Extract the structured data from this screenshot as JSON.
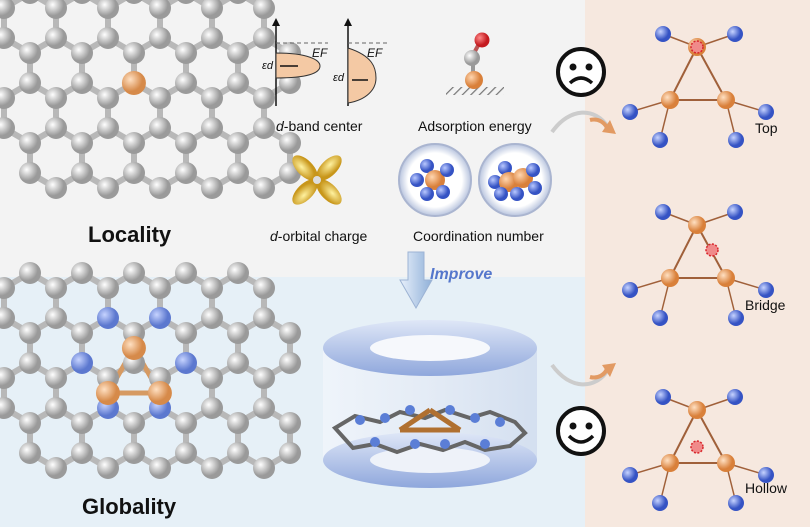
{
  "labels": {
    "locality": "Locality",
    "globality": "Globality",
    "improve": "Improve",
    "d_band_center_prefix": "d",
    "d_band_center_suffix": "-band center",
    "adsorption_energy": "Adsorption energy",
    "d_orbital_prefix": "d",
    "d_orbital_suffix": "-orbital charge",
    "coordination_number": "Coordination number",
    "ef_1": "EF",
    "ed_1": "εd",
    "ef_2": "EF",
    "ed_2": "εd"
  },
  "sites": {
    "top": "Top",
    "bridge": "Bridge",
    "hollow": "Hollow"
  },
  "colors": {
    "carbon": "#c8c8c8",
    "nitrogen": "#6f8fd8",
    "metal": "#eaa366",
    "oxygen": "#d8262b",
    "adsorbate": "#e0806a",
    "arrow": "#e29a63",
    "improve_text": "#5577cc"
  },
  "icons": {
    "sad": "sad-face-icon",
    "happy": "happy-face-icon"
  }
}
